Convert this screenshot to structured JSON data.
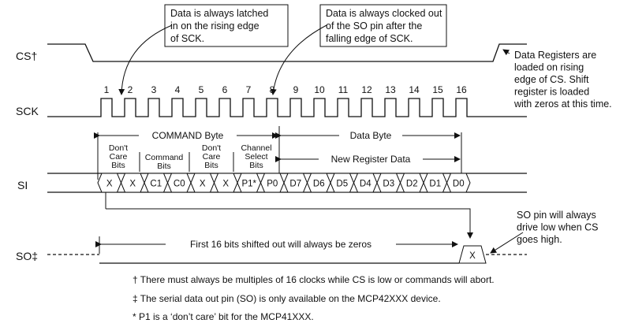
{
  "signals": {
    "cs": "CS†",
    "sck": "SCK",
    "si": "SI",
    "so": "SO‡"
  },
  "callouts": {
    "latched": [
      "Data is always latched",
      "in on the rising edge",
      "of SCK."
    ],
    "clocked": [
      "Data is always clocked out",
      "of the SO pin after the",
      "falling edge of SCK."
    ],
    "registers": [
      "Data Registers are",
      "loaded on rising",
      "edge of CS. Shift",
      "register is loaded",
      "with zeros at this time."
    ],
    "so_low": [
      "SO pin will always",
      "drive low when CS",
      "goes high."
    ]
  },
  "clock_numbers": [
    "1",
    "2",
    "3",
    "4",
    "5",
    "6",
    "7",
    "8",
    "9",
    "10",
    "11",
    "12",
    "13",
    "14",
    "15",
    "16"
  ],
  "brackets": {
    "command": "COMMAND Byte",
    "data": "Data Byte",
    "new_register": "New Register Data"
  },
  "field_labels": {
    "dont_care_1": [
      "Don't",
      "Care",
      "Bits"
    ],
    "command": [
      "Command",
      "Bits"
    ],
    "dont_care_2": [
      "Don't",
      "Care",
      "Bits"
    ],
    "channel": [
      "Channel",
      "Select",
      "Bits"
    ]
  },
  "si_bits": [
    "X",
    "X",
    "C1",
    "C0",
    "X",
    "X",
    "P1*",
    "P0",
    "D7",
    "D6",
    "D5",
    "D4",
    "D3",
    "D2",
    "D1",
    "D0"
  ],
  "so_bit": "X",
  "so_label": "First 16 bits shifted out will always be zeros",
  "footnotes": [
    "† There must always be multiples of 16 clocks while CS is low or commands will abort.",
    "‡ The serial data out pin (SO) is only available on the MCP42XXX device.",
    "* P1 is a ‘don’t care’ bit for the MCP41XXX."
  ]
}
